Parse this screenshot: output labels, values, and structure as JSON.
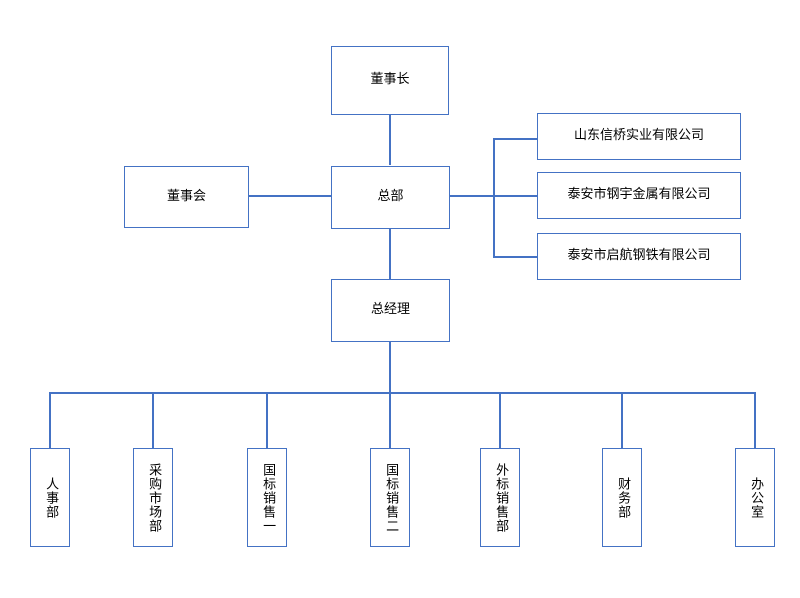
{
  "diagram": {
    "title_nodes": {
      "chairman": "董事长",
      "board": "董事会",
      "headquarters": "总部",
      "general_manager": "总经理"
    },
    "subsidiaries": [
      {
        "label": "山东信桥实业有限公司"
      },
      {
        "label": "泰安市钢宇金属有限公司"
      },
      {
        "label": "泰安市启航钢铁有限公司"
      }
    ],
    "departments": [
      {
        "label": "人事部"
      },
      {
        "label": "采购市场部"
      },
      {
        "label": "国标销售一"
      },
      {
        "label": "国标销售二"
      },
      {
        "label": "外标销售部"
      },
      {
        "label": "财务部"
      },
      {
        "label": "办公室"
      }
    ],
    "colors": {
      "line": "#4472c4",
      "box_border": "#4472c4",
      "box_fill": "#ffffff",
      "text": "#000000"
    }
  }
}
